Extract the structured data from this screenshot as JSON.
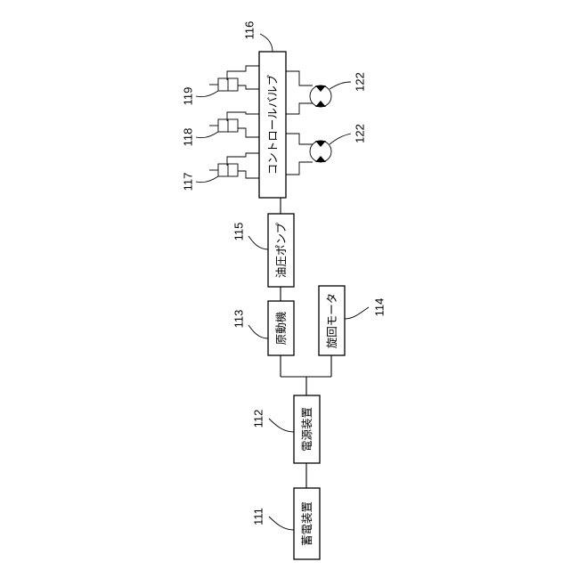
{
  "blocks": {
    "storage_device": {
      "ref": "111",
      "label": "蓄電装置"
    },
    "power_supply": {
      "ref": "112",
      "label": "電源装置"
    },
    "prime_mover": {
      "ref": "113",
      "label": "原動機"
    },
    "swing_motor": {
      "ref": "114",
      "label": "旋回モータ"
    },
    "hydraulic_pump": {
      "ref": "115",
      "label": "油圧ポンプ"
    },
    "control_valve": {
      "ref": "116",
      "label": "コントロールバルブ"
    }
  },
  "cylinders": [
    {
      "ref": "117"
    },
    {
      "ref": "118"
    },
    {
      "ref": "119"
    }
  ],
  "motors": [
    {
      "ref": "122"
    },
    {
      "ref": "122"
    }
  ]
}
